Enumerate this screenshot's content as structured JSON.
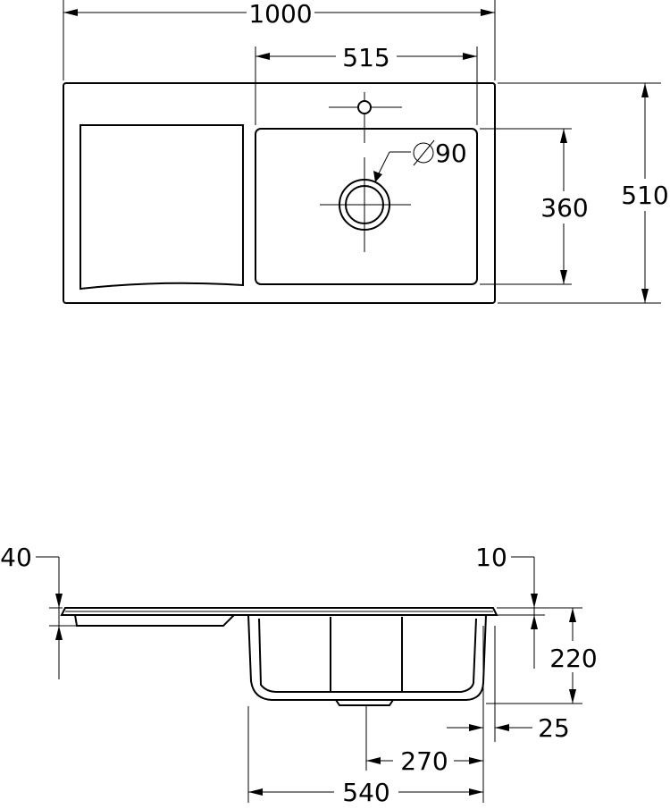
{
  "plan_view": {
    "dim_overall_width": "1000",
    "dim_bowl_width": "515",
    "dim_overall_depth": "510",
    "dim_bowl_depth": "360",
    "dim_drain_diameter": "90"
  },
  "section_view": {
    "dim_drainer_offset": "40",
    "dim_rim_offset": "10",
    "dim_bowl_depth": "220",
    "dim_edge_offset": "25",
    "dim_drain_center": "270",
    "dim_bowl_width": "540"
  }
}
